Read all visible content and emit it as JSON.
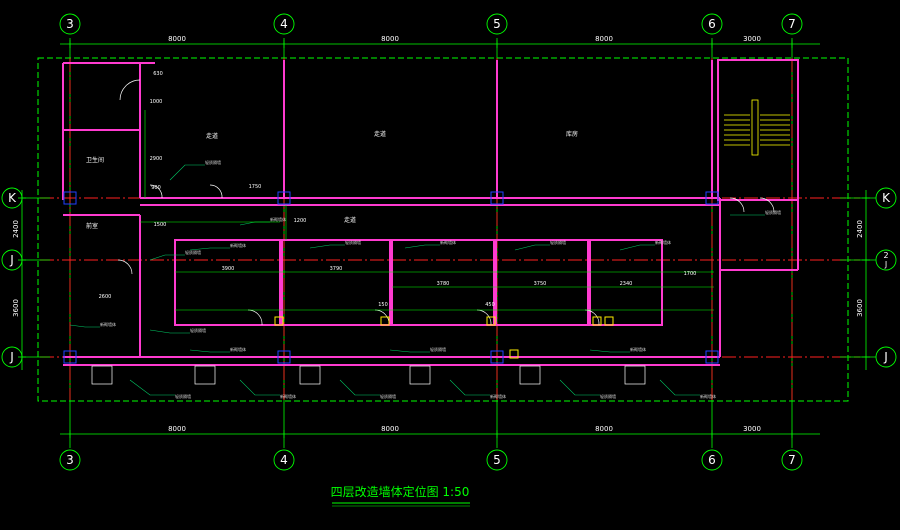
{
  "colors": {
    "background": "#000000",
    "wall": "#ff3bd0",
    "axis": "#ff2020",
    "dimension": "#00ff00",
    "leader": "#00cc66",
    "bubble": "#00ff00",
    "text": "#ffffff",
    "title": "#00ff00",
    "stair": "#ffff00",
    "column": "#2040ff",
    "fixture": "#ffee00",
    "door": "#ffffff"
  },
  "grid": {
    "columns": [
      "3",
      "4",
      "5",
      "6",
      "7"
    ],
    "rows": [
      "K",
      "J",
      "J"
    ],
    "row_right_extra": "2",
    "row_right_extra_note": "right side shows stacked 2/J"
  },
  "dimensions": {
    "top": [
      "8000",
      "8000",
      "8000",
      "3000"
    ],
    "bottom": [
      "8000",
      "8000",
      "8000",
      "3000"
    ],
    "left": [
      "2400",
      "3600"
    ],
    "right": [
      "2400",
      "3600"
    ],
    "interior": [
      "3900",
      "3790",
      "3780",
      "3750",
      "2340",
      "1700",
      "2600",
      "1200",
      "1750",
      "1500",
      "2900",
      "1000",
      "150",
      "450",
      "900",
      "630"
    ]
  },
  "rooms": [
    "卫生间",
    "走道",
    "走道",
    "库房",
    "走道",
    "前室"
  ],
  "tags": [
    "轻质隔墙",
    "新砌墙体"
  ],
  "title": "四层改造墙体定位图  1:50"
}
